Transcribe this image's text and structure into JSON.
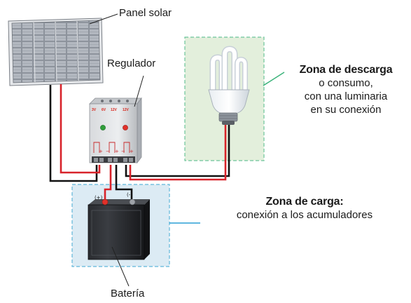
{
  "labels": {
    "panel": "Panel solar",
    "regulador": "Regulador",
    "descarga": {
      "title": "Zona de descarga",
      "line1": "o consumo,",
      "line2": "con una luminaria",
      "line3": "en su conexión"
    },
    "carga": {
      "title": "Zona de carga:",
      "line1": "conexión a los acumuladores"
    },
    "bateria": "Batería"
  },
  "regulator_markings": [
    "3V",
    "6V",
    "12V",
    "12V"
  ],
  "battery_terminals": [
    "(+)",
    "(-)"
  ],
  "colors": {
    "zone_fill": "#e3efdc",
    "zone_border": "#6cc49a",
    "charge_fill": "#dcebf4",
    "charge_border": "#5fb6d9",
    "wire_red": "#d8232a",
    "wire_black": "#111111",
    "leader_green": "#3bb37a",
    "leader_blue": "#2a9fd6"
  }
}
